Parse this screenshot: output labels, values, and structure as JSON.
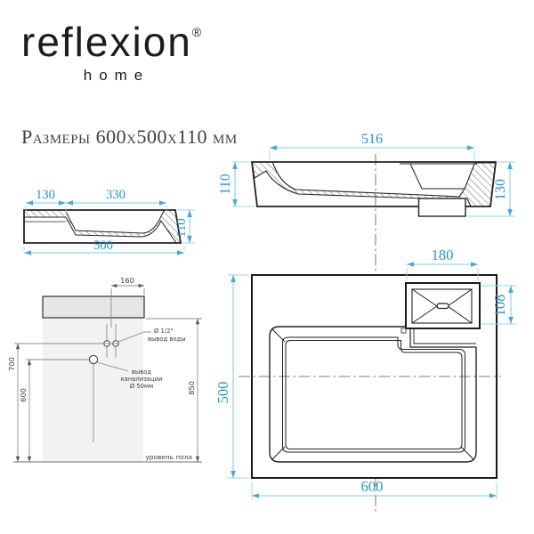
{
  "brand": {
    "logo_text": "reflexion",
    "logo_reg": "®",
    "logo_sub": "home"
  },
  "title": "Размеры 600x500x110 мм",
  "colors": {
    "dimension_text": "#2396c9",
    "dimension_line": "#82c9e6",
    "drawing_line": "#222222",
    "install_fill_sink": "#e6e6e6",
    "install_fill_wall": "#f2f2f2"
  },
  "views": {
    "side_section": {
      "name": "side cross-section",
      "dims": {
        "inner_width": "516",
        "height_left": "110",
        "height_right": "130"
      }
    },
    "front_section": {
      "name": "front cross-section",
      "dims": {
        "rim_left": "130",
        "bowl_width": "330",
        "height": "110",
        "total_width": "500"
      }
    },
    "installation": {
      "name": "installation scheme",
      "dims": {
        "faucet_offset": "160",
        "water_height": "700",
        "drain_height": "600",
        "total_height": "850"
      },
      "labels": {
        "water_size": "Ø 1/2\"",
        "water_outlet": "вывод воды",
        "drain_line1": "вывод",
        "drain_line2": "канализации",
        "drain_line3": "Ø 50мм",
        "floor_level": "уровень пола"
      }
    },
    "top_view": {
      "name": "top view",
      "dims": {
        "faucet_width": "180",
        "faucet_depth": "108",
        "depth": "500",
        "width": "600"
      }
    }
  }
}
